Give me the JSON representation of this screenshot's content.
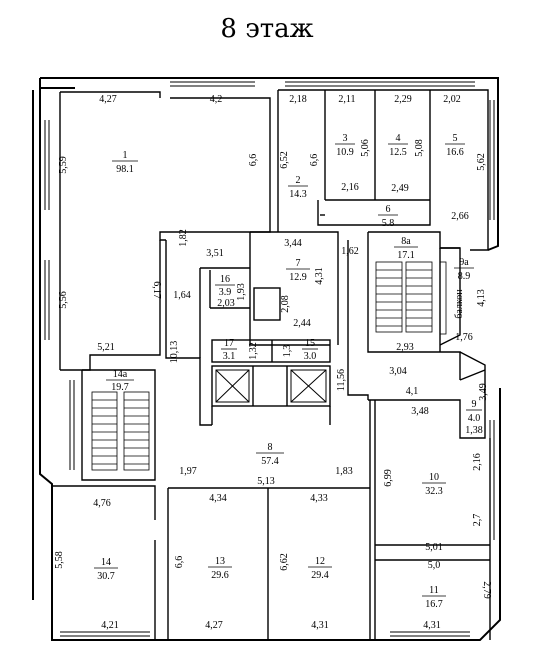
{
  "title": "8 этаж",
  "rooms": {
    "r1": {
      "num": "1",
      "area": "98.1"
    },
    "r2": {
      "num": "2",
      "area": "14.3"
    },
    "r3": {
      "num": "3",
      "area": "10.9"
    },
    "r4": {
      "num": "4",
      "area": "12.5"
    },
    "r5": {
      "num": "5",
      "area": "16.6"
    },
    "r6": {
      "num": "6",
      "area": "5.8"
    },
    "r7": {
      "num": "7",
      "area": "12.9"
    },
    "r8": {
      "num": "8",
      "area": "57.4"
    },
    "r8a": {
      "num": "8a",
      "area": "17.1"
    },
    "r9": {
      "num": "9",
      "area": "4.0"
    },
    "r9a": {
      "num": "9a",
      "area": "8.9"
    },
    "r10": {
      "num": "10",
      "area": "32.3"
    },
    "r11": {
      "num": "11",
      "area": "16.7"
    },
    "r12": {
      "num": "12",
      "area": "29.4"
    },
    "r13": {
      "num": "13",
      "area": "29.6"
    },
    "r14": {
      "num": "14",
      "area": "30.7"
    },
    "r14a": {
      "num": "14a",
      "area": "19.7"
    },
    "r15": {
      "num": "15",
      "area": "3.0"
    },
    "r16": {
      "num": "16",
      "area": "3.9"
    },
    "r17": {
      "num": "17",
      "area": "3.1"
    }
  },
  "balcony": "балкон",
  "dims": {
    "d427a": "4,27",
    "d42": "4,2",
    "d218": "2,18",
    "d211": "2,11",
    "d229": "2,29",
    "d202": "2,02",
    "d559": "5,59",
    "d66a": "6,6",
    "d652": "6,52",
    "d66b": "6,6",
    "d506": "5,06",
    "d508": "5,08",
    "d562": "5,62",
    "d216a": "2,16",
    "d249": "2,49",
    "d266": "2,66",
    "d182": "1,82",
    "d351": "3,51",
    "d344": "3,44",
    "d162": "1,62",
    "d617": "6,17",
    "d164": "1,64",
    "d193": "1,93",
    "d203": "2,03",
    "d208": "2,08",
    "d431a": "4,31",
    "d244": "2,44",
    "d413": "4,13",
    "d176": "1,76",
    "d556": "5,56",
    "d521": "5,21",
    "d1013": "10,13",
    "d132": "1,32",
    "d13": "1,3",
    "d1156": "11,56",
    "d293": "2,93",
    "d304": "3,04",
    "d41": "4,1",
    "d348": "3,48",
    "d349": "3,49",
    "d138": "1,38",
    "d197": "1,97",
    "d183": "1,83",
    "d513": "5,13",
    "d434": "4,34",
    "d433": "4,33",
    "d476": "4,76",
    "d699": "6,99",
    "d216b": "2,16",
    "d27": "2,7",
    "d501": "5,01",
    "d50": "5,0",
    "d279": "2,79",
    "d558": "5,58",
    "d66c": "6,6",
    "d662": "6,62",
    "d421": "4,21",
    "d427b": "4,27",
    "d431b": "4,31",
    "d431c": "4,31"
  }
}
